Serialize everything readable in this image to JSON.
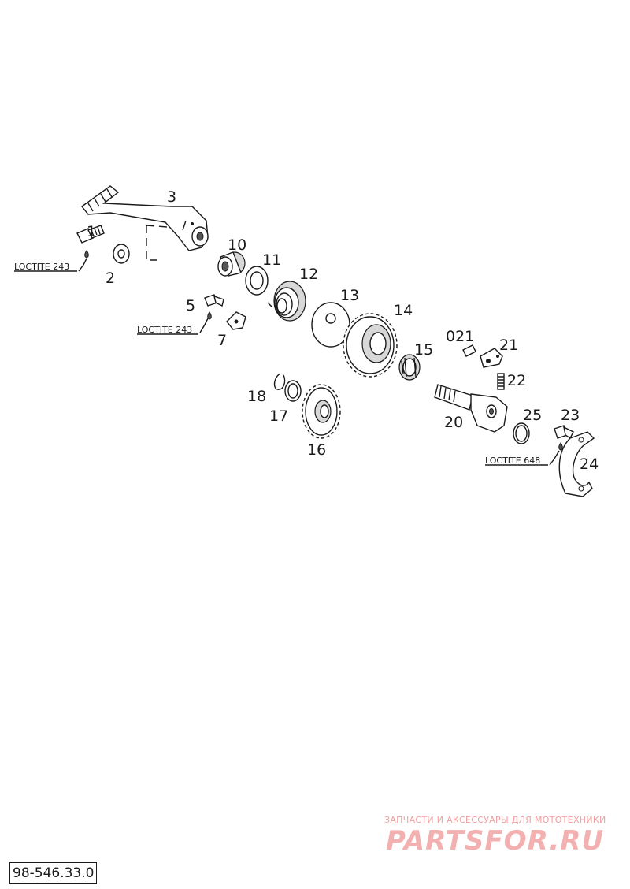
{
  "parts": {
    "p1": "1",
    "p2": "2",
    "p3": "3",
    "p5": "5",
    "p7": "7",
    "p10": "10",
    "p11": "11",
    "p12": "12",
    "p13": "13",
    "p14": "14",
    "p15": "15",
    "p16": "16",
    "p17": "17",
    "p18": "18",
    "p20": "20",
    "p021": "021",
    "p21": "21",
    "p22": "22",
    "p23": "23",
    "p24": "24",
    "p25": "25"
  },
  "loctite": {
    "a": "LOCTITE 243",
    "b": "LOCTITE 243",
    "c": "LOCTITE 648"
  },
  "watermark": {
    "subtitle": "ЗАПЧАСТИ И АКСЕССУАРЫ ДЛЯ МОТОТЕХНИКИ",
    "brand": "PARTSFOR.RU"
  },
  "drawing_code": "98-546.33.0"
}
